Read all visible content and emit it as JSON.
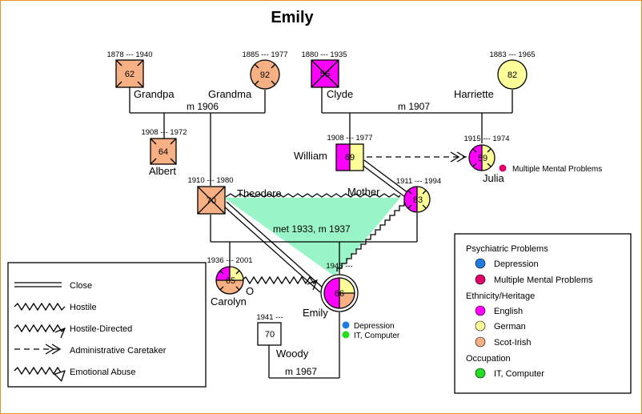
{
  "title": "Emily",
  "colors": {
    "depression": "#1e7be0",
    "multiple_mental": "#e0006a",
    "english": "#ff00ff",
    "german": "#ffff99",
    "scot_irish": "#f6b083",
    "it_computer": "#22dd22",
    "conflict_fill": "#99f5c8",
    "frame": "#e8902a"
  },
  "people": {
    "grandpa": {
      "name": "Grandpa",
      "years": "1878 --- 1940",
      "age": "62"
    },
    "grandma": {
      "name": "Grandma",
      "years": "1885 --- 1977",
      "age": "92"
    },
    "clyde": {
      "name": "Clyde",
      "years": "1880 --- 1935",
      "age": "55"
    },
    "harriette": {
      "name": "Harriette",
      "years": "1883 --- 1965",
      "age": "82"
    },
    "albert": {
      "name": "Albert",
      "years": "1908 --- 1972",
      "age": "64"
    },
    "william": {
      "name": "William",
      "years": "1908 --- 1977",
      "age": "69"
    },
    "julia": {
      "name": "Julia",
      "years": "1915 --- 1974",
      "age": "59"
    },
    "theodore": {
      "name": "Theodore",
      "years": "1910 --- 1980",
      "age": "70"
    },
    "mother": {
      "name": "Mother",
      "years": "1911 --- 1994",
      "age": "83"
    },
    "carolyn": {
      "name": "Carolyn",
      "years": "1936 --- 2001",
      "age": "65"
    },
    "emily": {
      "name": "Emily",
      "years": "1945 ---",
      "age": "66"
    },
    "woody": {
      "name": "Woody",
      "years": "1941 ---",
      "age": "70"
    }
  },
  "marriages": {
    "grandparents": "m 1906",
    "clyde_harriette": "m 1907",
    "parents": "met 1933, m 1937",
    "emily_woody": "m 1967"
  },
  "annotations": {
    "julia": "Multiple Mental Problems",
    "emily_depression": "Depression",
    "emily_occupation": "IT, Computer",
    "carolyn_marker": "O"
  },
  "relationship_legend": [
    {
      "icon": "close-line-icon",
      "label": "Close"
    },
    {
      "icon": "hostile-line-icon",
      "label": "Hostile"
    },
    {
      "icon": "hostile-directed-line-icon",
      "label": "Hostile-Directed"
    },
    {
      "icon": "administrative-caretaker-line-icon",
      "label": "Administrative Caretaker"
    },
    {
      "icon": "emotional-abuse-line-icon",
      "label": "Emotional Abuse"
    }
  ],
  "legend": {
    "psychiatric": {
      "heading": "Psychiatric Problems",
      "items": [
        {
          "label": "Depression",
          "color": "#1e7be0"
        },
        {
          "label": "Multiple Mental Problems",
          "color": "#e0006a"
        }
      ]
    },
    "ethnicity": {
      "heading": "Ethnicity/Heritage",
      "items": [
        {
          "label": "English",
          "color": "#ff00ff"
        },
        {
          "label": "German",
          "color": "#ffff99"
        },
        {
          "label": "Scot-Irish",
          "color": "#f6b083"
        }
      ]
    },
    "occupation": {
      "heading": "Occupation",
      "items": [
        {
          "label": "IT, Computer",
          "color": "#22dd22"
        }
      ]
    }
  }
}
